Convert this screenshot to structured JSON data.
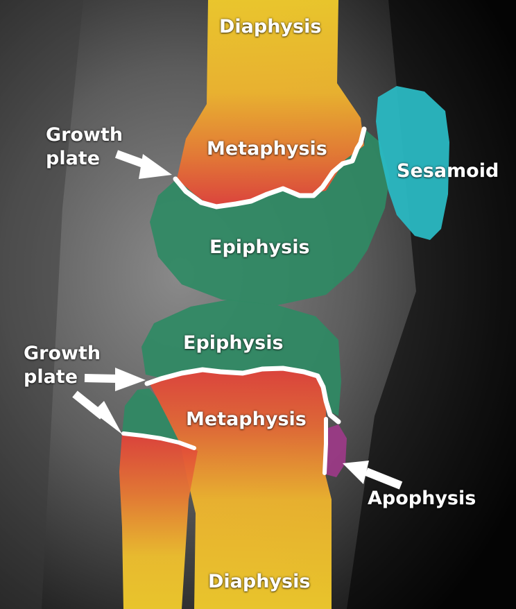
{
  "labels": {
    "diaphysis_top": "Diaphysis",
    "metaphysis_top": "Metaphysis",
    "epiphysis_top": "Epiphysis",
    "sesamoid": "Sesamoid",
    "growth_plate_top": [
      "Growth",
      "plate"
    ],
    "epiphysis_bottom": "Epiphysis",
    "growth_plate_bottom": [
      "Growth",
      "plate"
    ],
    "metaphysis_bottom": "Metaphysis",
    "apophysis": "Apophysis",
    "diaphysis_bottom": "Diaphysis"
  },
  "colors": {
    "diaphysis": "#f2cc2c",
    "metaphysis": "#e0403a",
    "epiphysis": "#2f8a64",
    "sesamoid": "#2ab8c2",
    "apophysis": "#9b3a86",
    "growth_plate_line": "#ffffff",
    "arrow": "#ffffff"
  }
}
